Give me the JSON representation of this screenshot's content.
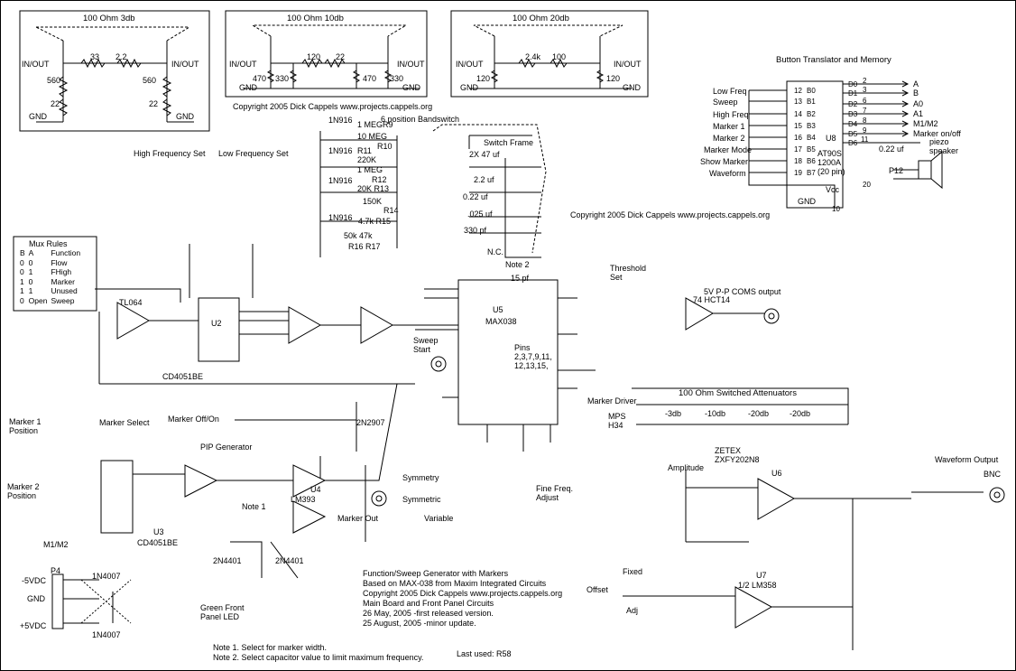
{
  "attenuators_top": [
    {
      "title": "100 Ohm 3db",
      "r_series_a": "33",
      "r_series_b": "2.2",
      "r_shunt_a": "560",
      "r_shunt_b": "22",
      "r_shunt_c": "560",
      "r_shunt_d": "22"
    },
    {
      "title": "100 Ohm 10db",
      "r_series_a": "120",
      "r_series_b": "22",
      "r_shunt_a": "470",
      "r_shunt_b": "330",
      "r_shunt_c": "470",
      "r_shunt_d": "330"
    },
    {
      "title": "100 Ohm 20db",
      "r_series_a": "2.4k",
      "r_series_b": "100",
      "r_shunt_a": "120",
      "r_shunt_c": "120"
    }
  ],
  "labels": {
    "in_out": "IN/OUT",
    "gnd": "GND",
    "copyright_mid": "Copyright 2005 Dick Cappels  www.projects.cappels.org",
    "copyright_right": "Copyright 2005 Dick Cappels  www.projects.cappels.org",
    "bandswitch": "6 position Bandswitch",
    "switch_frame": "Switch Frame",
    "high_freq_set": "High Frequency Set",
    "low_freq_set": "Low Frequency Set",
    "button_title": "Button Translator and Memory",
    "marker_select": "Marker Select",
    "pip_generator": "PIP Generator",
    "marker_off_on": "Marker Off/On",
    "marker_driver": "Marker Driver",
    "atten_switched": "100 Ohm Switched Attenuators",
    "threshold_set": "Threshold\nSet",
    "coms_output": "5V P-P COMS output",
    "waveform_output": "Waveform Output",
    "bnc": "BNC",
    "amplitude": "Amplitude",
    "zetex": "ZETEX\nZXFY202N8",
    "sweep_start": "Sweep\nStart",
    "symmetry": "Symmetry",
    "symmetric": "Symmetric",
    "variable": "Variable",
    "fine_freq": "Fine Freq.\nAdjust",
    "marker_out": "Marker Out",
    "green_led": "Green Front\nPanel LED",
    "offset": "Offset",
    "fixed": "Fixed",
    "adj": "Adj",
    "marker1_pos": "Marker 1\nPosition",
    "marker2_pos": "Marker 2\nPosition",
    "m1m2": "M1/M2",
    "pins_note": "Pins\n2,3,7,9,11,\n12,13,15,",
    "note2_label": "Note 2",
    "note1_label": "Note 1",
    "nc": "N.C.",
    "u5": "U5",
    "max038": "MAX038",
    "last_used": "Last used: R58"
  },
  "mux_rules": {
    "title": "Mux Rules",
    "header": [
      "B",
      "A",
      "Function"
    ],
    "rows": [
      [
        "0",
        "0",
        "Flow"
      ],
      [
        "0",
        "1",
        "FHigh"
      ],
      [
        "1",
        "0",
        "Marker"
      ],
      [
        "1",
        "1",
        "Unused"
      ],
      [
        "0",
        "Open",
        "Sweep"
      ]
    ]
  },
  "button_rows": [
    "Low Freq",
    "Sweep",
    "High Freq",
    "Marker 1",
    "Marker 2",
    "Marker Mode",
    "Show Marker",
    "Waveform"
  ],
  "button_pins": [
    "12",
    "13",
    "14",
    "15",
    "16",
    "17",
    "18",
    "19"
  ],
  "button_ports": [
    "B0",
    "B1",
    "B2",
    "B3",
    "B4",
    "B5",
    "B6",
    "B7"
  ],
  "u8_outputs": [
    {
      "port": "D0",
      "pin": "2",
      "label": "A"
    },
    {
      "port": "D1",
      "pin": "3",
      "label": "B"
    },
    {
      "port": "D2",
      "pin": "6",
      "label": "A0"
    },
    {
      "port": "D3",
      "pin": "7",
      "label": "A1"
    },
    {
      "port": "D4",
      "pin": "8",
      "label": "M1/M2"
    },
    {
      "port": "D5",
      "pin": "9",
      "label": "Marker on/off"
    },
    {
      "port": "D6",
      "pin": "11",
      "label": ""
    }
  ],
  "u8": {
    "name": "U8",
    "chip": "AT90S\n1200A\n(20 pin)",
    "vcc": "Vcc",
    "gnd": "GND",
    "pin_gnd": "10",
    "pin_vcc": "20"
  },
  "piezo": {
    "label": "piezo\nspeaker",
    "cap": "0.22 uf",
    "conn": "P12"
  },
  "bandswitch_parts": [
    {
      "d": "1N916",
      "r1": "1 MEG",
      "r1n": "R9",
      "r2": "10 MEG",
      "r2n": "R10"
    },
    {
      "d": "1N916",
      "r1": "R11\n220K",
      "r2": "1 MEG",
      "r2n": "R12"
    },
    {
      "d": "1N916",
      "r1": "20K R13",
      "r2": "150K",
      "r2n": "R14"
    },
    {
      "d": "1N916",
      "r1": "4.7k R15",
      "r2": "50k  47k",
      "r2n": "R16  R17"
    }
  ],
  "timing_caps": [
    "2X 47 uf",
    "2.2 uf",
    "0.22 uf",
    ".025 uf",
    "330 pf",
    "15 pf"
  ],
  "footer_text": [
    "Function/Sweep Generator with Markers",
    "Based on MAX-038 from Maxim Integrated Circuits",
    "Copyright 2005 Dick Cappels  www.projects.cappels.org",
    "Main Board and Front Panel Circuits",
    "26 May, 2005 -first released version.",
    "25 August, 2005 -minor update."
  ],
  "notes": [
    "Note 1. Select for marker width.",
    "Note 2. Select capacitor value to limit maximum  frequency."
  ],
  "att_blocks": [
    "-3db",
    "-10db",
    "-20db",
    "-20db"
  ],
  "power": {
    "p4": "P4",
    "neg5": "-5VDC",
    "gnd": "GND",
    "pos5": "+5VDC",
    "diode": "1N4007",
    "diode2": "1N4007"
  },
  "chips": {
    "u1_tl064": "TL064",
    "u2": "U2",
    "cd4051": "CD4051BE",
    "u3": "U3",
    "u4": "U4",
    "lm393": "LM393",
    "u6": "U6",
    "u7": "U7",
    "lm358": "1/2 LM358",
    "hct14": "74 HCT14",
    "mps": "MPS\nH34",
    "pnp": "2N2907",
    "npn1": "2N4401",
    "npn2": "2N4401"
  }
}
